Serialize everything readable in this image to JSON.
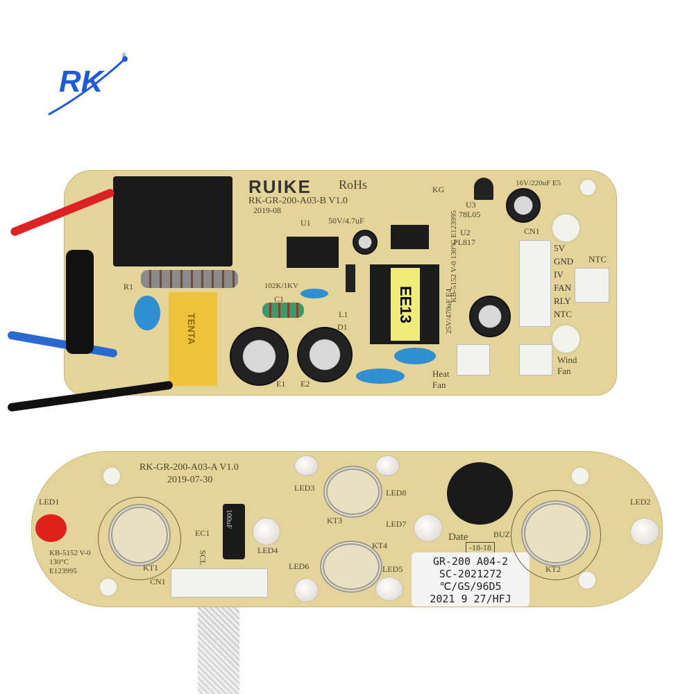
{
  "logo": {
    "text": "RK",
    "registered": "®",
    "color": "#1e5bd6"
  },
  "top_board": {
    "brand": "RUIKE",
    "rohs": "RoHs",
    "model": "RK-GR-200-A03-B V1.0",
    "date": "2019-08",
    "labels": {
      "u1": "U1",
      "cap_e3": "50V/4.7uF",
      "u2": "U2",
      "u2_part": "PL817",
      "u3": "U3",
      "u3_part": "78L05",
      "kg": "KG",
      "e5": "16V/220uF E5",
      "e4": "25V/470uF E4",
      "cert": "KB-5152 V-0 130°C E123995",
      "cn1": "CN1",
      "ntc": "NTC",
      "r1": "R1",
      "c1": "C1",
      "l1": "L1",
      "d1": "D1",
      "res": "102K/1KV",
      "e1": "E1",
      "e2": "E2",
      "heat_fan": "Heat Fan",
      "wind_fan": "Wind Fan",
      "transformer": "EE13",
      "x_cap": "TENTA"
    },
    "cn1_pins": [
      "5V",
      "GND",
      "IV",
      "FAN",
      "RLY",
      "NTC"
    ]
  },
  "bottom_board": {
    "model": "RK-GR-200-A03-A V1.0",
    "date": "2019-07-30",
    "labels": {
      "led1": "LED1",
      "led2": "LED2",
      "led3": "LED3",
      "led4": "LED4",
      "led5": "LED5",
      "led6": "LED6",
      "led7": "LED7",
      "led8": "LED8",
      "kt1": "KT1",
      "kt2": "KT2",
      "kt3": "KT3",
      "kt4": "KT4",
      "ec1": "EC1",
      "cn1": "CN1",
      "scl": "SCL",
      "buz": "BUZ",
      "date_label": "Date",
      "date_box": "-18-18",
      "cert": "KB-5152 V-0 130°C E123995",
      "ec1_cap": "100uF"
    },
    "sticker": [
      "GR-200 A04-2",
      "SC-2021272",
      "℃/GS/96D5",
      "2021 9 27/HFJ"
    ]
  }
}
